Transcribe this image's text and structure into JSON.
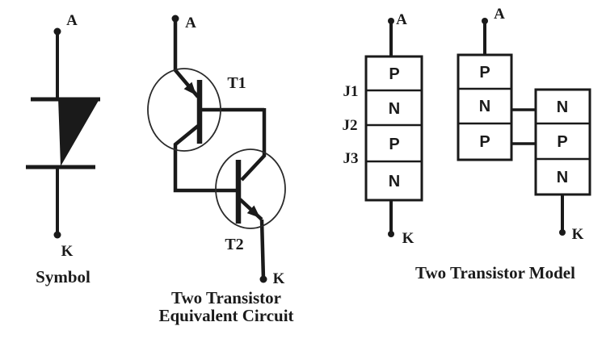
{
  "colors": {
    "background": "#ffffff",
    "ink": "#1a1a1a"
  },
  "symbol": {
    "anode": "A",
    "cathode": "K",
    "caption": "Symbol"
  },
  "equivalent_circuit": {
    "anode": "A",
    "cathode": "K",
    "transistor1": "T1",
    "transistor2": "T2",
    "caption_line1": "Two Transistor",
    "caption_line2": "Equivalent Circuit"
  },
  "transistor_model": {
    "caption": "Two Transistor Model",
    "four_layer_stack": {
      "anode": "A",
      "cathode": "K",
      "layers": [
        "P",
        "N",
        "P",
        "N"
      ],
      "junctions": [
        "J1",
        "J2",
        "J3"
      ]
    },
    "split_stacks": {
      "anode": "A",
      "cathode": "K",
      "pnp_layers": [
        "P",
        "N",
        "P"
      ],
      "npn_layers": [
        "N",
        "P",
        "N"
      ]
    }
  }
}
